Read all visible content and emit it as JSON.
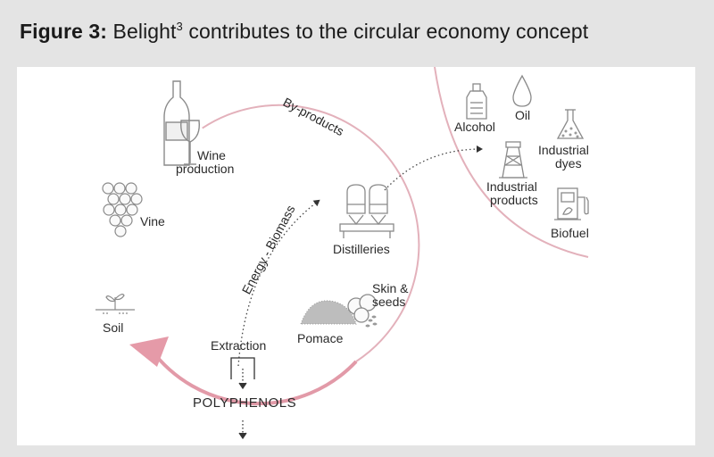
{
  "title": {
    "bold": "Figure 3:",
    "text_pre": " Belight",
    "sup": "3",
    "text_post": " contributes to the circular economy concept"
  },
  "colors": {
    "cycle": "#e3b1bb",
    "arrow_head": "#e59aa8",
    "icon": "#8a8a8a",
    "text": "#2a2a2a"
  },
  "labels": {
    "by_products": "By-products",
    "wine_line1": "Wine",
    "wine_line2": "production",
    "vine": "Vine",
    "soil": "Soil",
    "distilleries": "Distilleries",
    "energy_biomass": "Energy - Biomass",
    "skin_line1": "Skin &",
    "skin_line2": "seeds",
    "pomace": "Pomace",
    "extraction": "Extraction",
    "polyphenols": "POLYPHENOLS",
    "alcohol": "Alcohol",
    "oil": "Oil",
    "industrial_dyes_line1": "Industrial",
    "industrial_dyes_line2": "dyes",
    "industrial_products_line1": "Industrial",
    "industrial_products_line2": "products",
    "biofuel": "Biofuel"
  }
}
